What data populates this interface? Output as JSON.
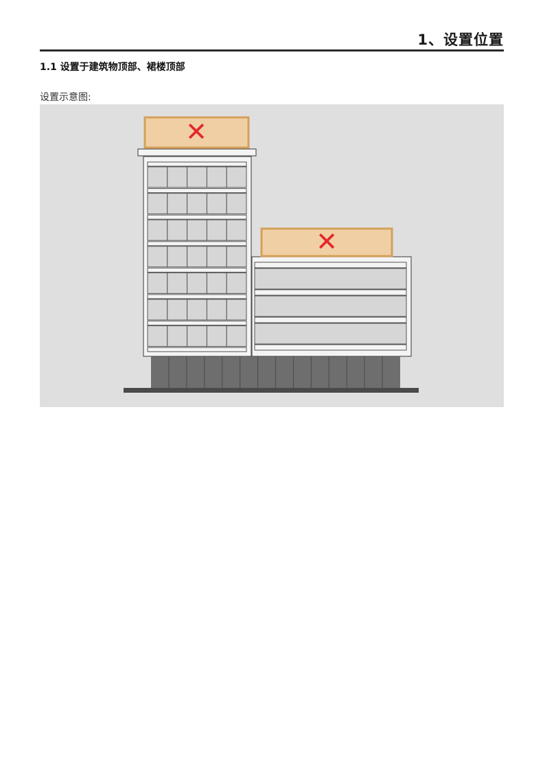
{
  "header": {
    "title": "1、设置位置"
  },
  "section": {
    "heading": "1.1 设置于建筑物顶部、裙楼顶部"
  },
  "figure": {
    "caption": "设置示意图:",
    "sign_mark": "✕",
    "colors": {
      "background": "#dfdfdf",
      "sign_fill": "#efcfa3",
      "sign_border": "#d4a05a",
      "cross": "#e5262d",
      "window_fill": "#d6d6d6",
      "podium": "#6e6e6e",
      "ground": "#4a4a4a"
    }
  }
}
